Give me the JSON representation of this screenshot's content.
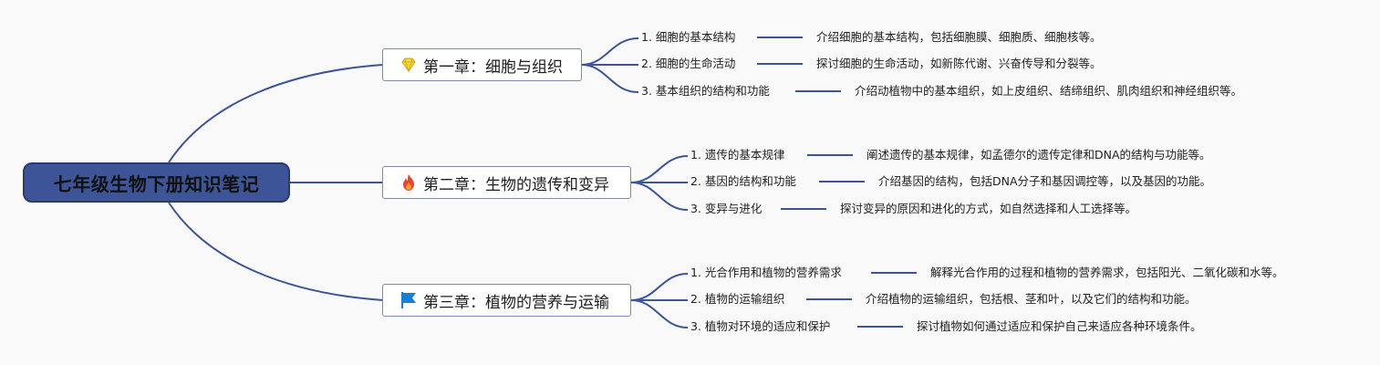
{
  "root": {
    "title": "七年级生物下册知识笔记"
  },
  "chapters": [
    {
      "title": "第一章：细胞与组织",
      "icon": "diamond-icon",
      "topics": [
        {
          "label": "1. 细胞的基本结构",
          "desc": "介绍细胞的基本结构，包括细胞膜、细胞质、细胞核等。"
        },
        {
          "label": "2. 细胞的生命活动",
          "desc": "探讨细胞的生命活动，如新陈代谢、兴奋传导和分裂等。"
        },
        {
          "label": "3. 基本组织的结构和功能",
          "desc": "介绍动植物中的基本组织，如上皮组织、结缔组织、肌肉组织和神经组织等。"
        }
      ]
    },
    {
      "title": "第二章：生物的遗传和变异",
      "icon": "fire-icon",
      "topics": [
        {
          "label": "1. 遗传的基本规律",
          "desc": "阐述遗传的基本规律，如孟德尔的遗传定律和DNA的结构与功能等。"
        },
        {
          "label": "2. 基因的结构和功能",
          "desc": "介绍基因的结构，包括DNA分子和基因调控等，以及基因的功能。"
        },
        {
          "label": "3. 变异与进化",
          "desc": "探讨变异的原因和进化的方式，如自然选择和人工选择等。"
        }
      ]
    },
    {
      "title": "第三章：植物的营养与运输",
      "icon": "flag-icon",
      "topics": [
        {
          "label": "1. 光合作用和植物的营养需求",
          "desc": "解释光合作用的过程和植物的营养需求，包括阳光、二氧化碳和水等。"
        },
        {
          "label": "2. 植物的运输组织",
          "desc": "介绍植物的运输组织，包括根、茎和叶，以及它们的结构和功能。"
        },
        {
          "label": "3. 植物对环境的适应和保护",
          "desc": "探讨植物如何通过适应和保护自己来适应各种环境条件。"
        }
      ]
    }
  ],
  "colors": {
    "root_fill": "#3d5497",
    "line": "#3d5497",
    "diamond": "#f5d63d",
    "fire": "#e8452c",
    "flag": "#1a7fd4"
  }
}
